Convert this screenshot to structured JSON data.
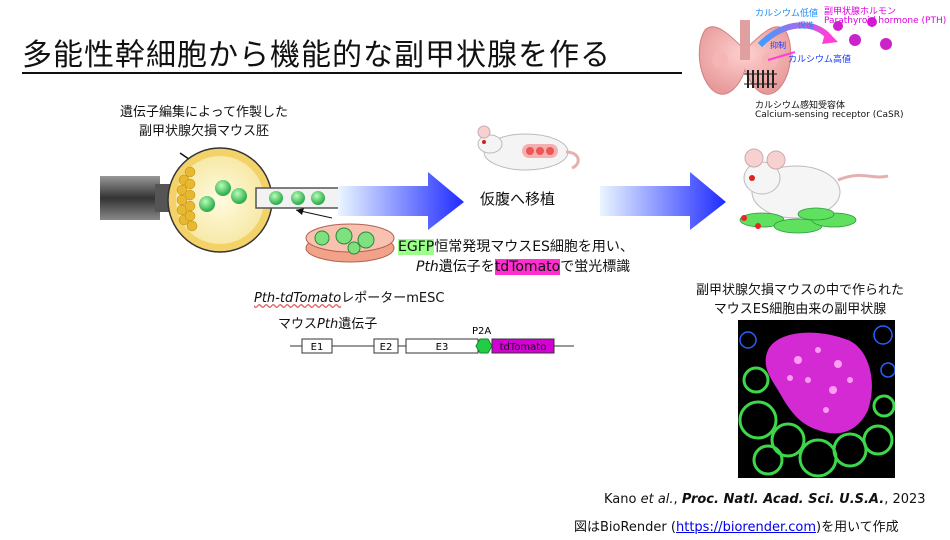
{
  "title": "多能性幹細胞から機能的な副甲状腺を作る",
  "embryo_label": {
    "line1": "遺伝子編集によって作製した",
    "line2": "副甲状腺欠損マウス胚"
  },
  "transplant_label": "仮腹へ移植",
  "cell_desc": {
    "line1_hl": "EGFP",
    "line1_rest": "恒常発現マウスES細胞を用い、",
    "line2_ital": "Pth",
    "line2_mid": "遺伝子を",
    "line2_hl": "tdTomato",
    "line2_end": "で蛍光標識"
  },
  "reporter_label": {
    "ital": "Pth-tdTomato",
    "rest": "レポーターmESC"
  },
  "gene_label": {
    "prefix": "マウス",
    "ital": "Pth",
    "suffix": "遺伝子"
  },
  "gene_map": {
    "p2a": "P2A",
    "exons": [
      "E1",
      "E2",
      "E3"
    ],
    "reporter": "tdTomato"
  },
  "result_label": {
    "line1": "副甲状腺欠損マウスの中で作られた",
    "line2": "マウスES細胞由来の副甲状腺"
  },
  "inset": {
    "ca_low": "カルシウム低値",
    "promote": "促進",
    "suppress": "抑制",
    "ca_high": "カルシウム高値",
    "pth_jp": "副甲状腺ホルモン",
    "pth_en": "Parathyroid hormone (PTH)",
    "receptor_jp": "カルシウム感知受容体",
    "receptor_en": "Calcium-sensing receptor (CaSR)"
  },
  "citation": {
    "author": "Kano ",
    "etal": "et al.",
    "sep": ", ",
    "journal": "Proc. Natl. Acad. Sci. U.S.A.",
    "year": ", 2023"
  },
  "credit": {
    "pre": "図はBioRender (",
    "link": "https://biorender.com",
    "post": ")を用いて作成"
  },
  "colors": {
    "arrow": "#1f2bff",
    "egfp": "#9cff8a",
    "tdtomato": "#ff2fcf",
    "exon_reporter": "#d400d4",
    "p2a": "#22cc44",
    "ca_text": "#1a8cff",
    "pth_text": "#e000e0"
  }
}
